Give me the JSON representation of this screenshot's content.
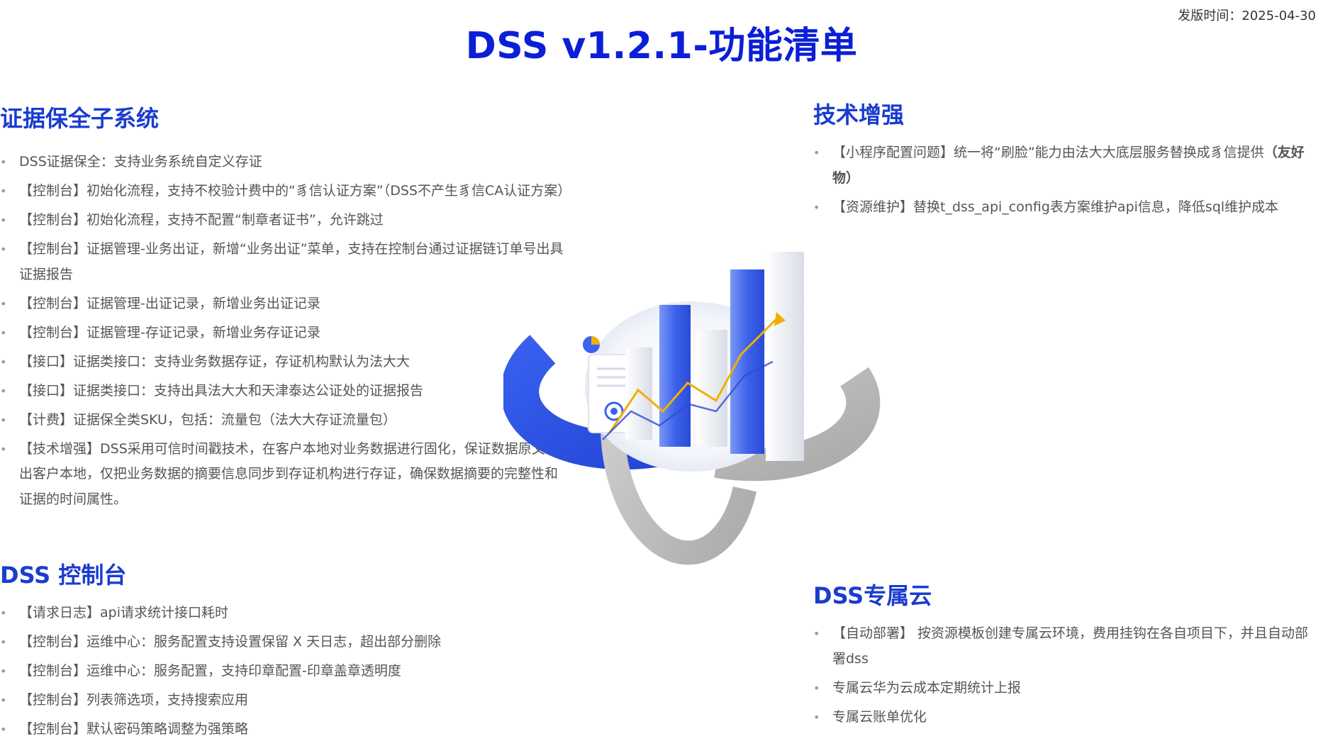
{
  "header": {
    "release_date": "发版时间：2025-04-30",
    "title": "DSS v1.2.1-功能清单"
  },
  "sections": {
    "evidence": {
      "title": "证据保全子系统",
      "items": [
        "DSS证据保全：支持业务系统自定义存证",
        "【控制台】初始化流程，支持不校验计费中的“豸信认证方案”（DSS不产生豸信CA认证方案）",
        "【控制台】初始化流程，支持不配置“制章者证书”，允许跳过",
        "【控制台】证据管理-业务出证，新增“业务出证”菜单，支持在控制台通过证据链订单号出具证据报告",
        "【控制台】证据管理-出证记录，新增业务出证记录",
        "【控制台】证据管理-存证记录，新增业务存证记录",
        "【接口】证据类接口：支持业务数据存证，存证机构默认为法大大",
        "【接口】证据类接口：支持出具法大大和天津泰达公证处的证据报告",
        "【计费】证据保全类SKU，包括：流量包（法大大存证流量包）",
        "【技术增强】DSS采用可信时间戳技术，在客户本地对业务数据进行固化，保证数据原文不出客户本地，仅把业务数据的摘要信息同步到存证机构进行存证，确保数据摘要的完整性和证据的时间属性。"
      ]
    },
    "console": {
      "title": "DSS 控制台",
      "items": [
        "【请求日志】api请求统计接口耗时",
        "【控制台】运维中心：服务配置支持设置保留 X 天日志，超出部分删除",
        "【控制台】运维中心：服务配置，支持印章配置-印章盖章透明度",
        "【控制台】列表筛选项，支持搜索应用",
        "【控制台】默认密码策略调整为强策略"
      ]
    },
    "tech": {
      "title": "技术增强",
      "items": [
        {
          "text": "【小程序配置问题】统一将“刷脸”能力由法大大底层服务替换成豸信提供",
          "bold": "（友好物）"
        },
        {
          "text": "【资源维护】替换t_dss_api_config表方案维护api信息，降低sql维护成本",
          "bold": ""
        }
      ]
    },
    "cloud": {
      "title": "DSS专属云",
      "items": [
        "【自动部署】 按资源模板创建专属云环境，费用挂钩在各自项目下，并且自动部署dss",
        "专属云华为云成本定期统计上报",
        "专属云账单优化"
      ]
    }
  },
  "illustration": {
    "icon": "data-analytics-bar-chart-illustration",
    "colors": {
      "blue": "#2f52e0",
      "gray": "#bdbdbd",
      "gold": "#f0b000",
      "white": "#f2f4f8"
    }
  }
}
